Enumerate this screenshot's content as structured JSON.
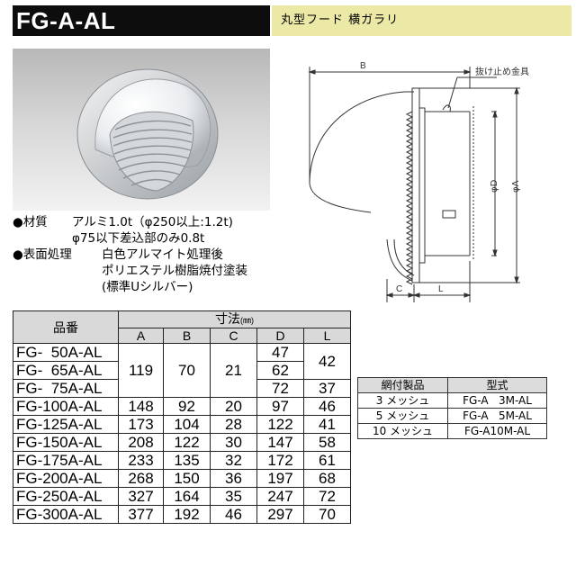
{
  "header": {
    "title": "FG-A-AL",
    "subtitle": "丸型フード 横ガラリ"
  },
  "diagram": {
    "label_B": "B",
    "label_C": "C",
    "label_L": "L",
    "label_D": "φD",
    "label_A": "φA",
    "callout": "抜け止め金具"
  },
  "specs": {
    "material_label": "●材質",
    "material_line1": "アルミ1.0t（φ250以上:1.2t)",
    "material_line2": "φ75以下差込部のみ0.8t",
    "finish_label": "●表面処理",
    "finish_line1": "白色アルマイト処理後",
    "finish_line2": "ポリエステル樹脂焼付塗装",
    "finish_line3": "(標準Uシルバー)"
  },
  "dim_table": {
    "header_model": "品番",
    "header_dims": "寸法",
    "header_unit": "(㎜)",
    "cols": [
      "A",
      "B",
      "C",
      "D",
      "L"
    ],
    "rows": [
      {
        "model": "FG-  50A-AL",
        "A": "119",
        "B": "70",
        "C": "21",
        "D": "47",
        "L": "42"
      },
      {
        "model": "FG-  65A-AL",
        "A": "119",
        "B": "70",
        "C": "21",
        "D": "62",
        "L": "42"
      },
      {
        "model": "FG-  75A-AL",
        "A": "119",
        "B": "70",
        "C": "21",
        "D": "72",
        "L": "37"
      },
      {
        "model": "FG-100A-AL",
        "A": "148",
        "B": "92",
        "C": "20",
        "D": "97",
        "L": "46"
      },
      {
        "model": "FG-125A-AL",
        "A": "173",
        "B": "104",
        "C": "28",
        "D": "122",
        "L": "41"
      },
      {
        "model": "FG-150A-AL",
        "A": "208",
        "B": "122",
        "C": "30",
        "D": "147",
        "L": "58"
      },
      {
        "model": "FG-175A-AL",
        "A": "233",
        "B": "135",
        "C": "32",
        "D": "172",
        "L": "61"
      },
      {
        "model": "FG-200A-AL",
        "A": "268",
        "B": "150",
        "C": "36",
        "D": "197",
        "L": "68"
      },
      {
        "model": "FG-250A-AL",
        "A": "327",
        "B": "164",
        "C": "35",
        "D": "247",
        "L": "72"
      },
      {
        "model": "FG-300A-AL",
        "A": "377",
        "B": "192",
        "C": "46",
        "D": "297",
        "L": "70"
      }
    ]
  },
  "mesh_table": {
    "header_product": "網付製品",
    "header_type": "型式",
    "rows": [
      {
        "product": "3 メッシュ",
        "type": "FG-A   3M-AL"
      },
      {
        "product": "5 メッシュ",
        "type": "FG-A   5M-AL"
      },
      {
        "product": "10 メッシュ",
        "type": "FG-A10M-AL"
      }
    ]
  },
  "colors": {
    "title_bg": "#0d0d0d",
    "subtitle_bg": "#ece9a6",
    "table_header_bg": "#d9d9d9"
  }
}
